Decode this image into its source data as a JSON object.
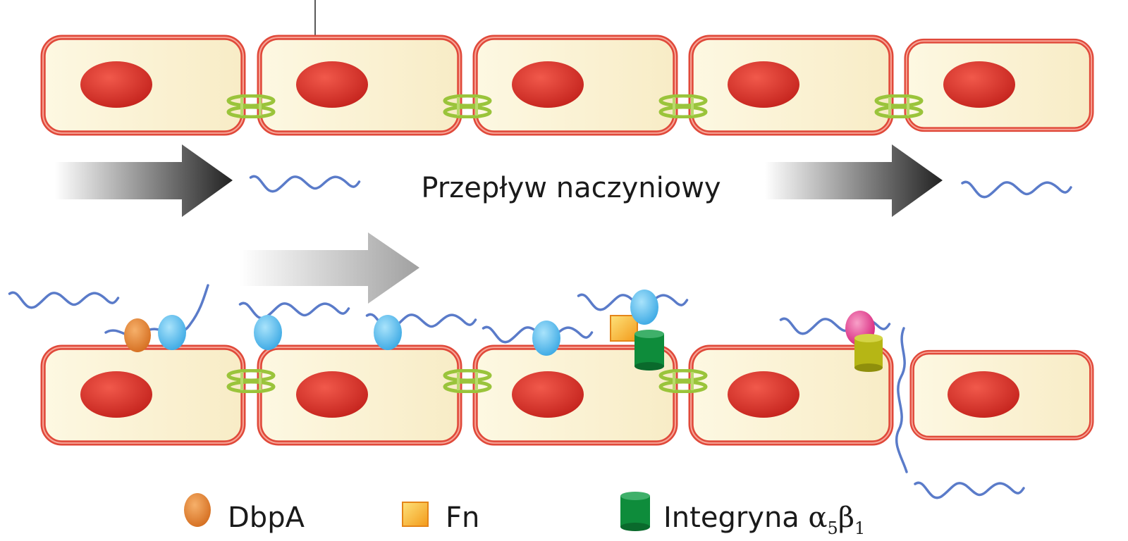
{
  "flow_label": "Przepływ naczyniowy",
  "legend": [
    {
      "key": "dbpa",
      "label": "DbpA",
      "color": "#e58a2e"
    },
    {
      "key": "fn",
      "label": "Fn",
      "color": "#f6a51c"
    },
    {
      "key": "integrin",
      "label": "Integryna",
      "greek": "α",
      "sub1": "5",
      "greek2": "β",
      "sub2": "1",
      "color": "#0e8c3b"
    }
  ],
  "colors": {
    "membrane": "#e0493a",
    "cytoplasm": "#fdf6dc",
    "nucleus": "#d42d27",
    "junction": "#9ac43b",
    "bacterium": "#5a7bc9",
    "adhesin": "#5cc2ef",
    "pink_protein": "#e6378c",
    "olive_receptor": "#b6b615"
  }
}
